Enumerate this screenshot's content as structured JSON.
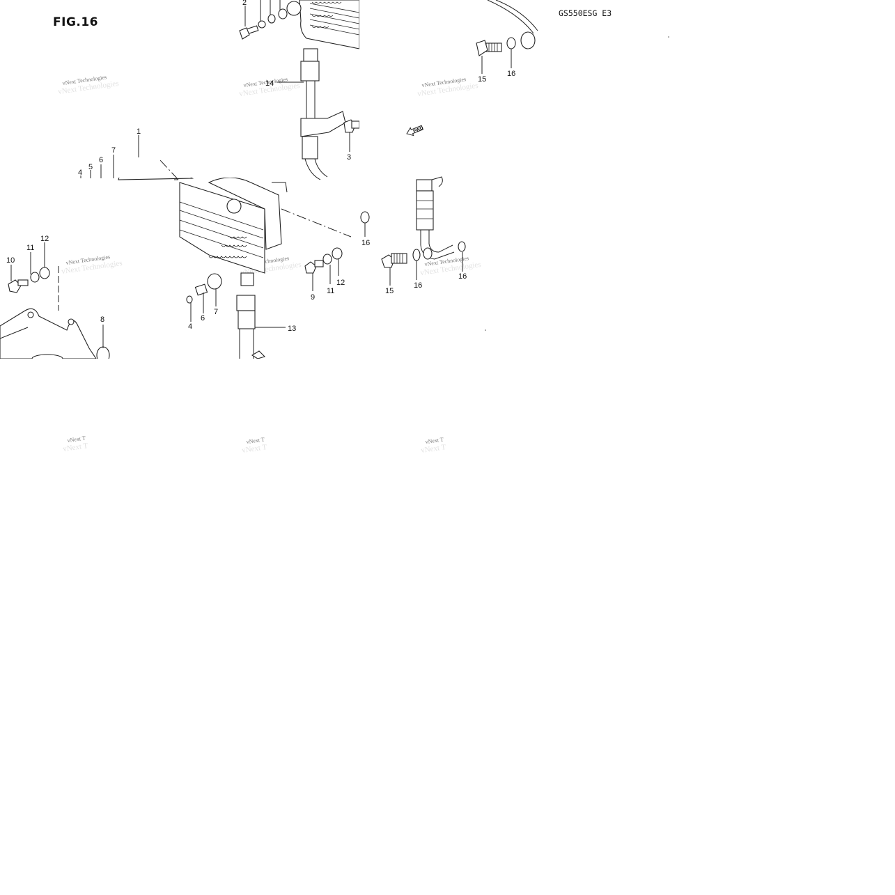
{
  "figure": {
    "title": "FIG.16",
    "model_code": "GS550ESG E3"
  },
  "watermark": {
    "line1": "vNext Technologies",
    "partial": "vNext T"
  },
  "fwd_marker": "FWD",
  "callouts": [
    {
      "id": "c2",
      "text": "2"
    },
    {
      "id": "c14",
      "text": "14"
    },
    {
      "id": "c3",
      "text": "3"
    },
    {
      "id": "c15a",
      "text": "15"
    },
    {
      "id": "c16a",
      "text": "16"
    },
    {
      "id": "c1",
      "text": "1"
    },
    {
      "id": "c7a",
      "text": "7"
    },
    {
      "id": "c6a",
      "text": "6"
    },
    {
      "id": "c5",
      "text": "5"
    },
    {
      "id": "c4a",
      "text": "4"
    },
    {
      "id": "c16b",
      "text": "16"
    },
    {
      "id": "c12a",
      "text": "12"
    },
    {
      "id": "c11a",
      "text": "11"
    },
    {
      "id": "c10",
      "text": "10"
    },
    {
      "id": "c8",
      "text": "8"
    },
    {
      "id": "c12b",
      "text": "12"
    },
    {
      "id": "c11b",
      "text": "11"
    },
    {
      "id": "c9",
      "text": "9"
    },
    {
      "id": "c15b",
      "text": "15"
    },
    {
      "id": "c16c",
      "text": "16"
    },
    {
      "id": "c16d",
      "text": "16"
    },
    {
      "id": "c4b",
      "text": "4"
    },
    {
      "id": "c6b",
      "text": "6"
    },
    {
      "id": "c7b",
      "text": "7"
    },
    {
      "id": "c13",
      "text": "13"
    }
  ]
}
